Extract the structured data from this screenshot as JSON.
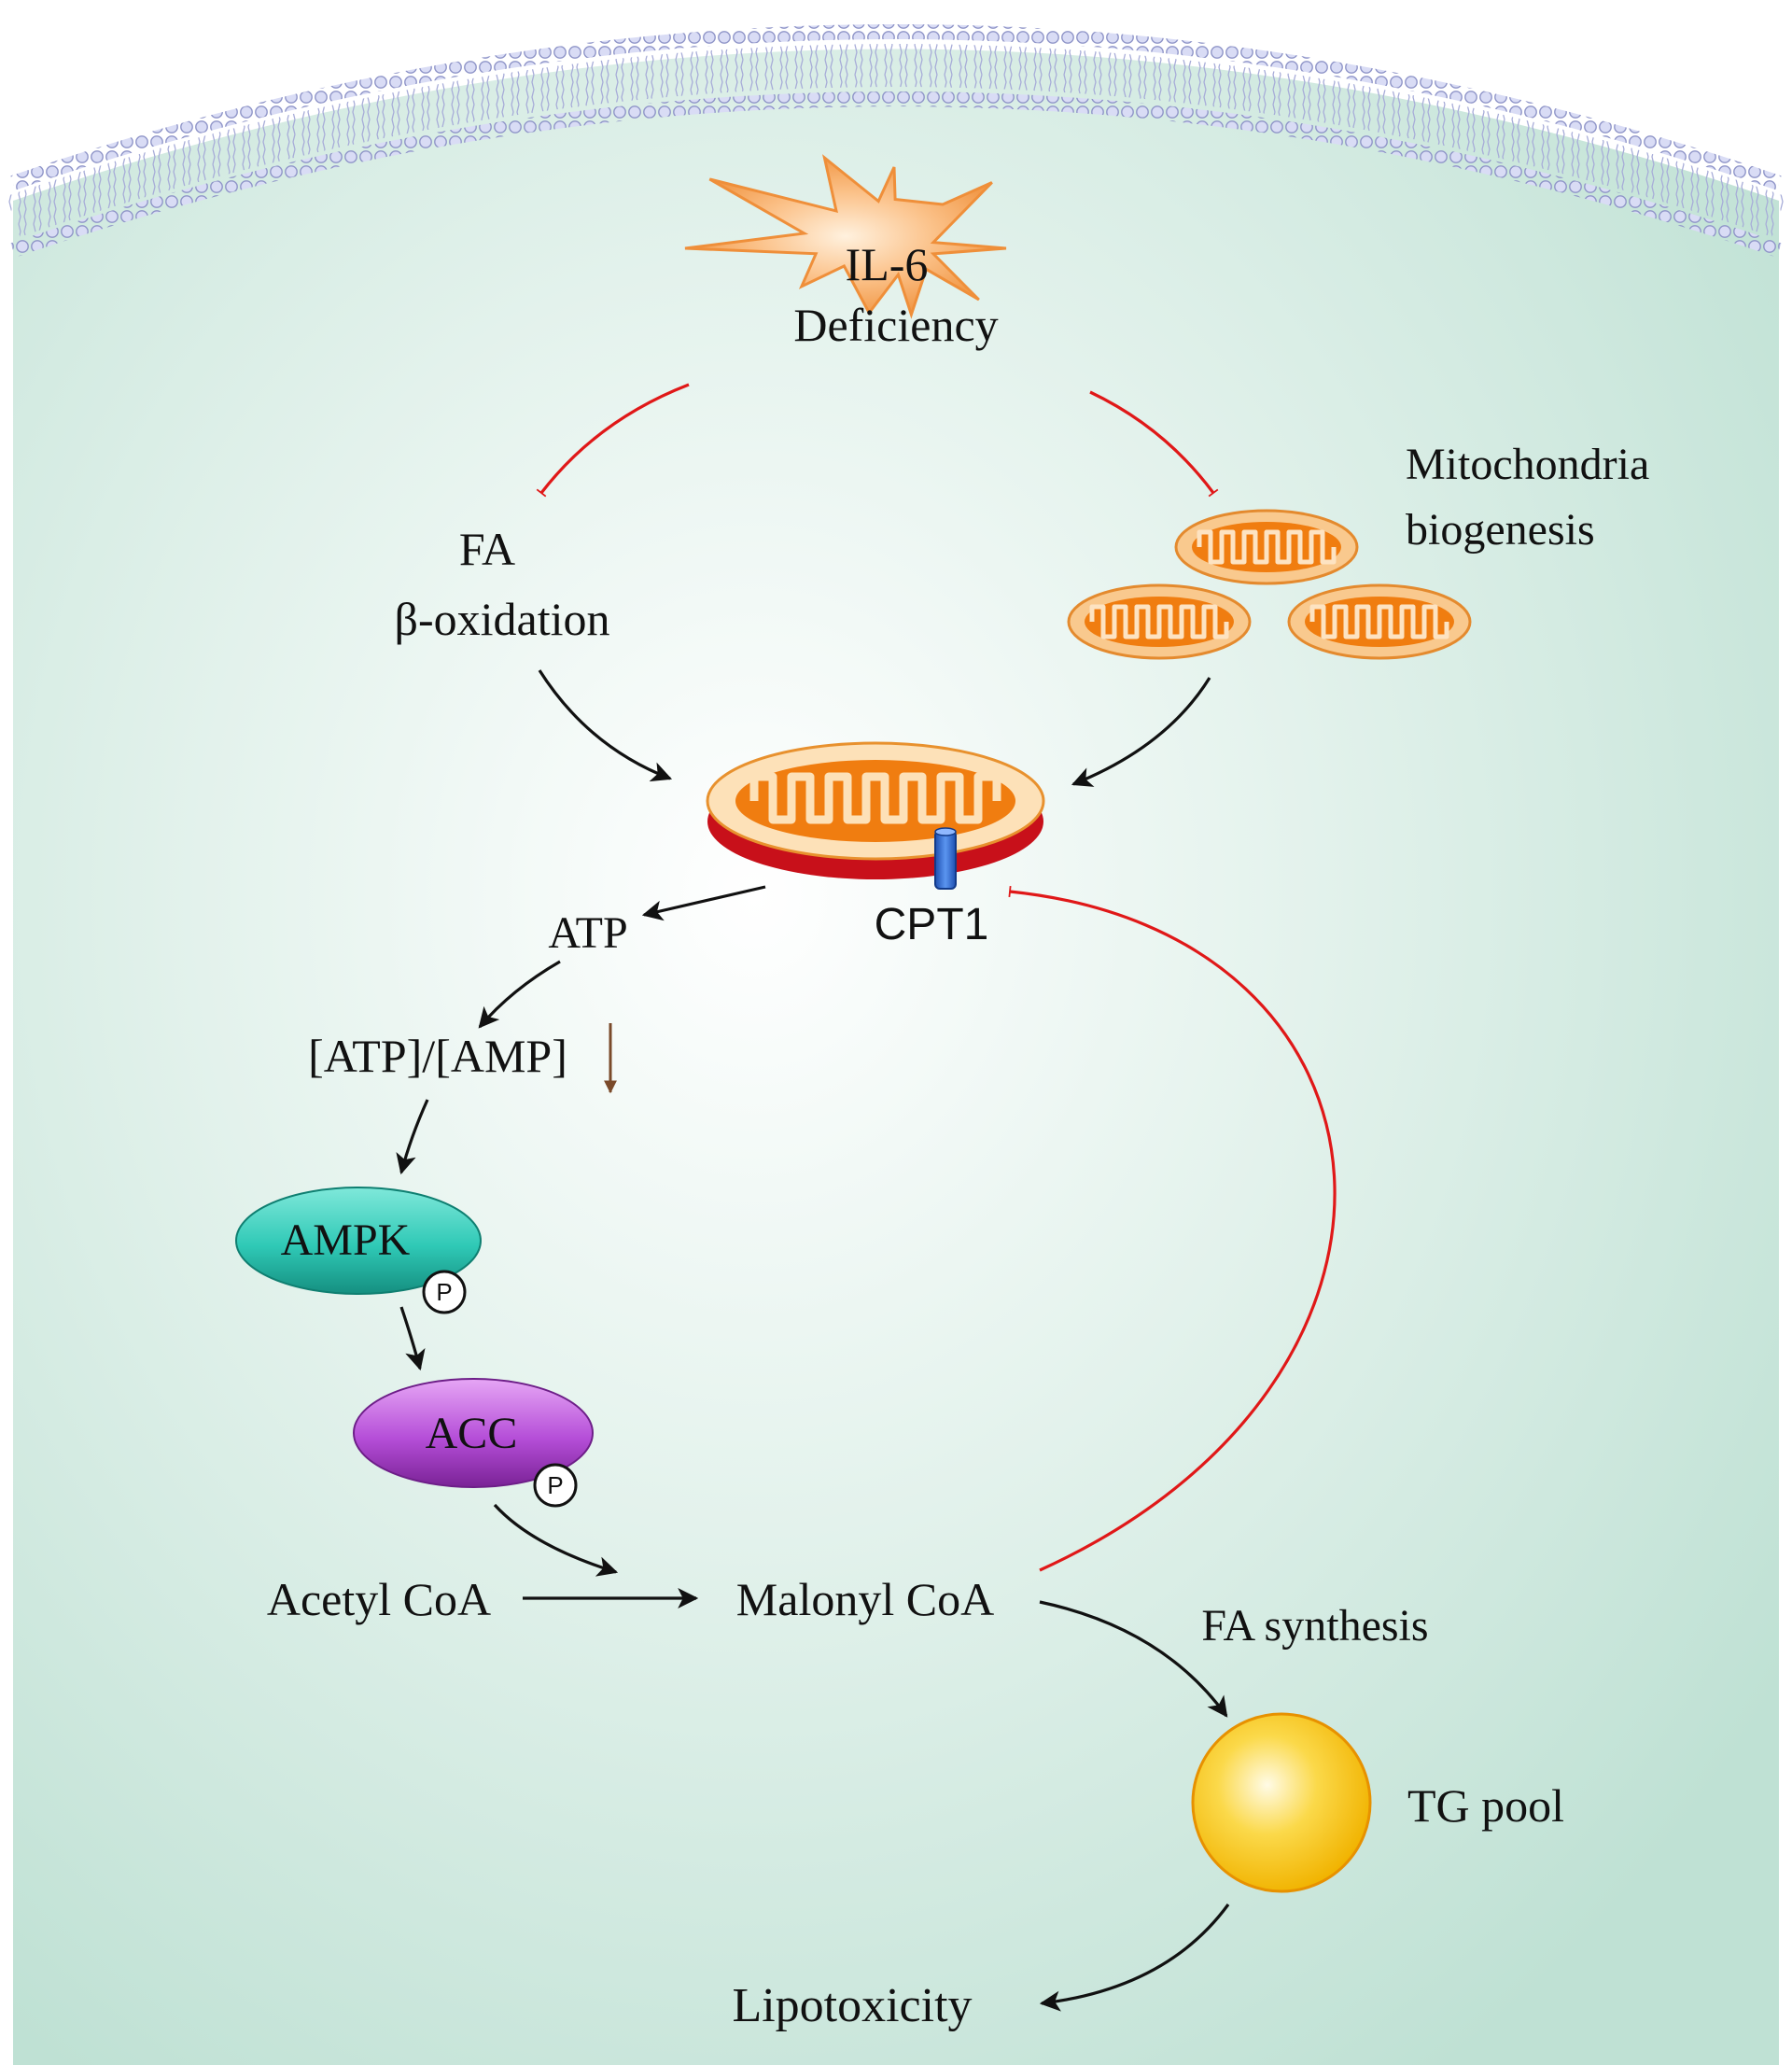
{
  "diagram": {
    "trigger": {
      "line1": "IL-6",
      "line2": "Deficiency"
    },
    "fa_oxidation": {
      "line1": "FA",
      "line2": "β-oxidation"
    },
    "mito_biogenesis": {
      "line1": "Mitochondria",
      "line2": "biogenesis"
    },
    "cpt1": "CPT1",
    "atp": "ATP",
    "atp_amp_ratio": "[ATP]/[AMP]",
    "ampk": "AMPK",
    "acc": "ACC",
    "phospho": "P",
    "acetyl_coa": "Acetyl CoA",
    "malonyl_coa": "Malonyl CoA",
    "fa_synthesis": "FA synthesis",
    "tg_pool": "TG pool",
    "lipotoxicity": "Lipotoxicity"
  },
  "colors": {
    "cytoplasm": "#c9e6dc",
    "membrane": "#b9bfe6",
    "starburst": "#f7a35c",
    "mitochondria": "#f07d10",
    "mito_rim": "#c8101a",
    "cpt1_channel": "#2f6fd6",
    "ampk": "#2fc9b6",
    "acc": "#b54ed8",
    "tg_pool": "#f7c412",
    "activation_arrow": "#111111",
    "inhibition_arrow": "#e01818"
  }
}
